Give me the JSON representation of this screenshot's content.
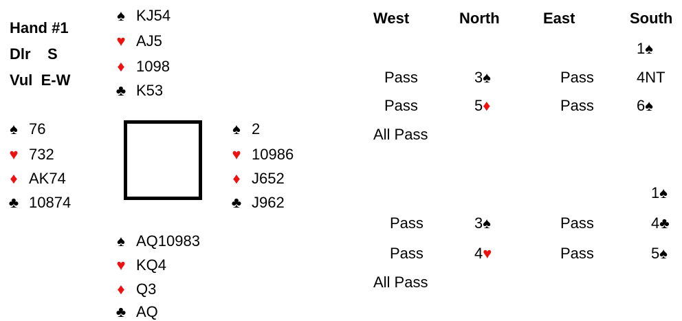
{
  "hand_info": {
    "title": "Hand #1",
    "dealer": "Dlr    S",
    "vul": "Vul  E-W"
  },
  "suits": {
    "spades": {
      "glyph": "♠",
      "color": "#000000"
    },
    "hearts": {
      "glyph": "♥",
      "color": "#ee1111"
    },
    "diamonds": {
      "glyph": "♦",
      "color": "#ee1111"
    },
    "clubs": {
      "glyph": "♣",
      "color": "#000000"
    }
  },
  "north": {
    "spades": "KJ54",
    "hearts": "AJ5",
    "diamonds": "1098",
    "clubs": "K53"
  },
  "west": {
    "spades": "76",
    "hearts": "732",
    "diamonds": "AK74",
    "clubs": "10874"
  },
  "east": {
    "spades": "2",
    "hearts": "10986",
    "diamonds": "J652",
    "clubs": "J962"
  },
  "south": {
    "spades": "AQ10983",
    "hearts": "KQ4",
    "diamonds": "Q3",
    "clubs": "AQ"
  },
  "auction_headers": {
    "west": "West",
    "north": "North",
    "east": "East",
    "south": "South"
  },
  "auction1": {
    "r1_south": "1",
    "r2_west": "Pass",
    "r2_north": "3",
    "r2_east": "Pass",
    "r2_south": "4NT",
    "r3_west": "Pass",
    "r3_north": "5",
    "r3_east": "Pass",
    "r3_south": "6",
    "r4_west": "All Pass"
  },
  "auction2": {
    "r1_south": "1",
    "r2_west": "Pass",
    "r2_north": "3",
    "r2_east": "Pass",
    "r2_south": "4",
    "r3_west": "Pass",
    "r3_north": "4",
    "r3_east": "Pass",
    "r3_south": "5",
    "r4_west": "All Pass"
  }
}
